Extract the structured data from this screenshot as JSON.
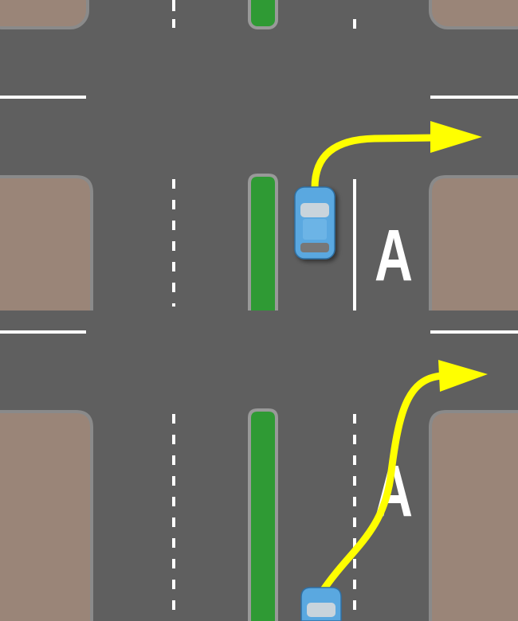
{
  "colors": {
    "road": "#5f5f5f",
    "block": "#9a8578",
    "median": "#2f9a34",
    "arrow": "#ffff00",
    "car": "#5aa8e0"
  },
  "panels": [
    {
      "lane_label": "A",
      "maneuver": "right-turn"
    },
    {
      "lane_label": "A",
      "maneuver": "lane-change-then-right-turn"
    }
  ]
}
